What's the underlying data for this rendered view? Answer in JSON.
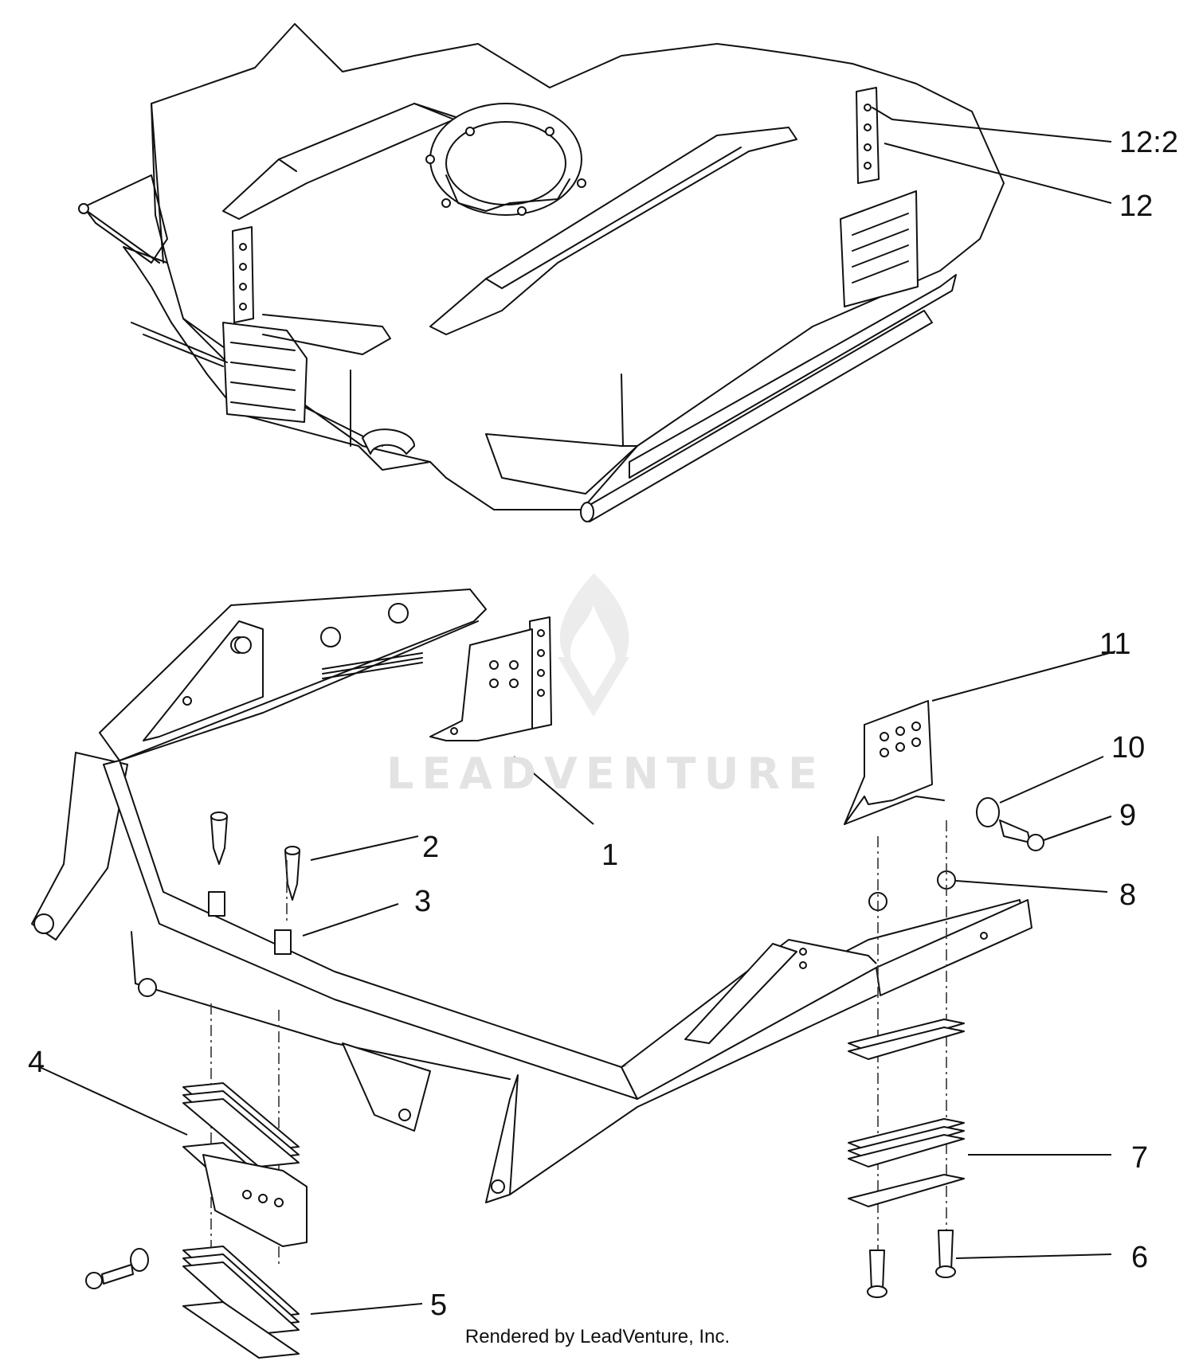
{
  "callouts": [
    {
      "label": "12:2"
    },
    {
      "label": "12"
    },
    {
      "label": "11"
    },
    {
      "label": "10"
    },
    {
      "label": "9"
    },
    {
      "label": "8"
    },
    {
      "label": "2"
    },
    {
      "label": "3"
    },
    {
      "label": "1"
    },
    {
      "label": "4"
    },
    {
      "label": "7"
    },
    {
      "label": "6"
    },
    {
      "label": "5"
    }
  ],
  "watermark": "LEADVENTURE",
  "credit": "Rendered by LeadVenture, Inc.",
  "logo_icon": "leadventure-flame-logo-icon"
}
